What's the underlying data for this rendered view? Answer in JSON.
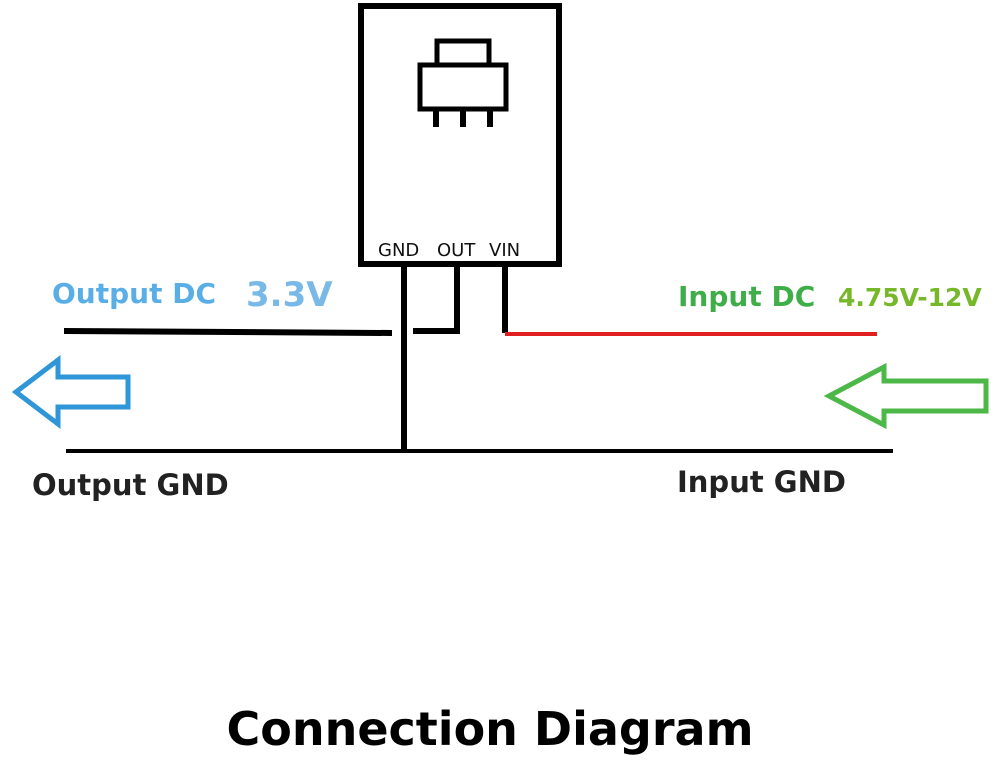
{
  "title": "Connection Diagram",
  "module": {
    "pins": [
      "GND",
      "OUT",
      "VIN"
    ]
  },
  "output": {
    "label": "Output DC",
    "voltage": "3.3V",
    "gnd_label": "Output GND",
    "color": "#5aaee6",
    "voltage_color": "#79b9e8"
  },
  "input": {
    "label": "Input DC",
    "voltage": "4.75V-12V",
    "gnd_label": "Input GND",
    "color": "#3fae49",
    "voltage_color": "#77b82a"
  },
  "colors": {
    "wire": "#000000",
    "vin_wire": "#e02020",
    "output_arrow": "#2f97d8",
    "input_arrow": "#4cb848"
  },
  "icons": {
    "regulator": "to220-regulator-icon",
    "output_arrow": "arrow-left-icon",
    "input_arrow": "arrow-left-icon"
  }
}
